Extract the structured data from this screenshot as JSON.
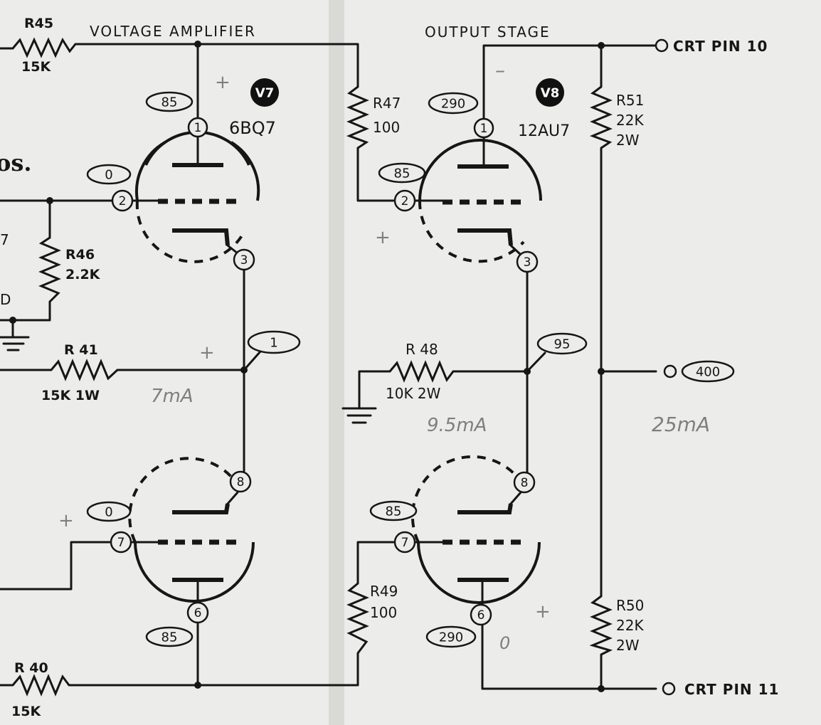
{
  "headings": {
    "voltage_amplifier": "VOLTAGE AMPLIFIER",
    "output_stage": "OUTPUT STAGE"
  },
  "tubes": {
    "v7": {
      "badge": "V7",
      "type": "6BQ7"
    },
    "v8": {
      "badge": "V8",
      "type": "12AU7"
    }
  },
  "resistors": {
    "r45": {
      "name": "R45",
      "value": "15K"
    },
    "r46": {
      "name": "R46",
      "value": "2.2K"
    },
    "r41": {
      "name": "R 41",
      "value": "15K 1W"
    },
    "r40": {
      "name": "R 40",
      "value": "15K"
    },
    "r47": {
      "name": "R47",
      "value": "100"
    },
    "r48": {
      "name": "R 48",
      "value": "10K 2W"
    },
    "r49": {
      "name": "R49",
      "value": "100"
    },
    "r51": {
      "name": "R51",
      "value": "22K",
      "rating": "2W"
    },
    "r50": {
      "name": "R50",
      "value": "22K",
      "rating": "2W"
    }
  },
  "pins": {
    "v7_top_plate": "1",
    "v7_top_grid": "2",
    "v7_top_cathode": "3",
    "v7_bot_cathode": "8",
    "v7_bot_grid": "7",
    "v7_bot_plate": "6",
    "v8_top_plate": "1",
    "v8_top_grid": "2",
    "v8_top_cathode": "3",
    "v8_bot_cathode": "8",
    "v8_bot_grid": "7",
    "v8_bot_plate": "6"
  },
  "voltages": {
    "v7_plate_top": "85",
    "v7_grid_top": "0",
    "v7_grid_bot": "0",
    "v7_plate_bot": "85",
    "node_1": "1",
    "v8_plate_top": "290",
    "v8_grid_top": "85",
    "v8_grid_bot": "85",
    "v8_plate_bot": "290",
    "node_95": "95",
    "node_400": "400"
  },
  "terminals": {
    "crt_pin_10": "CRT PIN 10",
    "crt_pin_11": "CRT PIN 11"
  },
  "partial_text": {
    "left_7": "7",
    "left_d": "D",
    "left_os": "os."
  },
  "handwritten": {
    "plus_1": "+",
    "plus_2": "+",
    "plus_3": "+",
    "plus_4": "+",
    "plus_5": "+",
    "minus_1": "–",
    "zero_1": "0",
    "note_7ma": "7mA",
    "note_9_5ma": "9.5mA",
    "note_25ma": "25mA"
  }
}
